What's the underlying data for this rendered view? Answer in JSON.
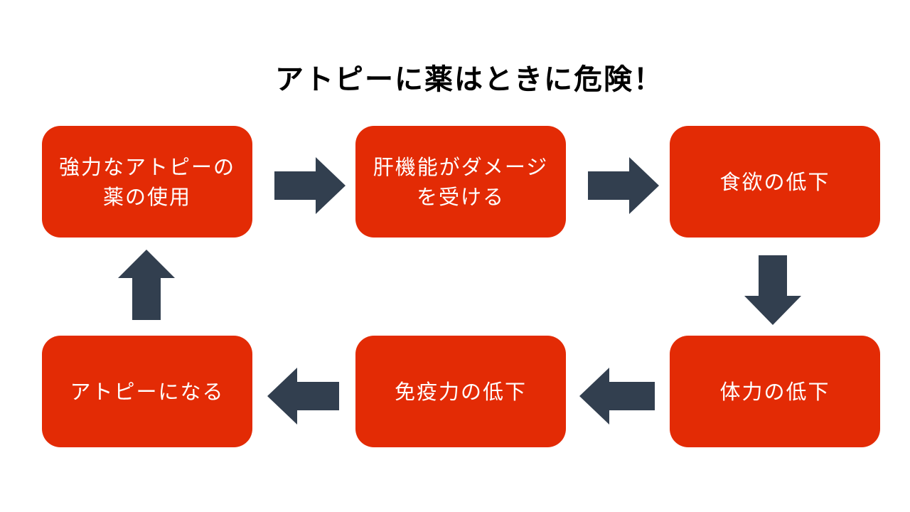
{
  "title": "アトピーに薬はときに危険！",
  "colors": {
    "box": "#e32b05",
    "arrow": "#323f4f",
    "text": "#ffffff"
  },
  "boxes": [
    {
      "label": "強力なアトピーの\n薬の使用"
    },
    {
      "label": "肝機能がダメージ\nを受ける"
    },
    {
      "label": "食欲の低下"
    },
    {
      "label": "体力の低下"
    },
    {
      "label": "免疫力の低下"
    },
    {
      "label": "アトピーになる"
    }
  ],
  "arrows": [
    {
      "icon": "arrow-right-icon"
    },
    {
      "icon": "arrow-right-icon"
    },
    {
      "icon": "arrow-down-icon"
    },
    {
      "icon": "arrow-left-icon"
    },
    {
      "icon": "arrow-left-icon"
    },
    {
      "icon": "arrow-up-icon"
    }
  ]
}
